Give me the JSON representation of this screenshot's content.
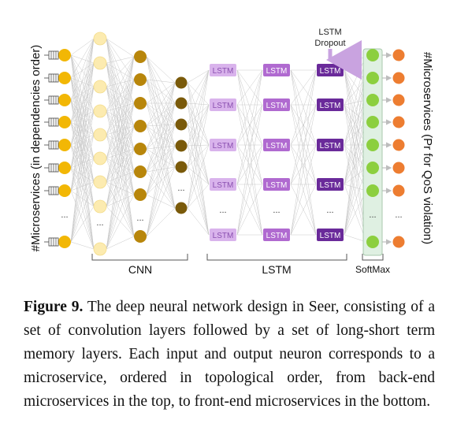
{
  "diagram": {
    "left_axis_label": "#Microservices (in dependencies order)",
    "right_axis_label": "#Microservices (Pr for QoS violation)",
    "lstm_cell_label": "LSTM",
    "dropout_label_line1": "LSTM",
    "dropout_label_line2": "Dropout",
    "ellipsis": "...",
    "groups": {
      "cnn": "CNN",
      "lstm": "LSTM",
      "softmax": "SoftMax"
    },
    "colors": {
      "input_node": "#f2b705",
      "input_node_light": "#fcebb0",
      "cnn_node": "#b8860b",
      "cnn_deep_node": "#7a5a0a",
      "lstm_light": "#d9b3ec",
      "lstm_mid": "#b06ad0",
      "lstm_dark": "#6a2a9a",
      "softmax_node": "#8ccf3f",
      "softmax_panel": "#dff0e2",
      "output_node": "#ed7d31",
      "edges": "#c8c8c8"
    }
  },
  "caption": {
    "figure_label": "Figure 9.",
    "text": "The deep neural network design in Seer, consisting of a set of convolution layers followed by a set of long-short term memory layers. Each input and output neuron corresponds to a microservice, ordered in topological order, from back-end microservices in the top, to front-end microservices in the bottom."
  }
}
